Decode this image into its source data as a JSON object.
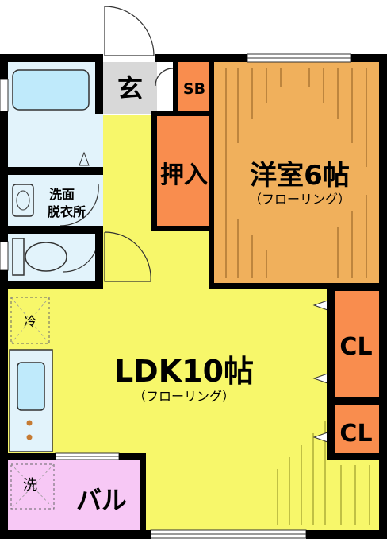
{
  "rooms": {
    "entrance": "玄",
    "shoe_box": "SB",
    "closet_oshiire": "押入",
    "western_room": "洋室6帖",
    "western_room_floor": "（フローリング）",
    "washroom_line1": "洗面",
    "washroom_line2": "脱衣所",
    "ldk": "LDK10帖",
    "ldk_floor": "（フローリング）",
    "refrigerator": "冷",
    "closet_1": "CL",
    "closet_2": "CL",
    "washing_machine": "洗",
    "balcony": "バル"
  },
  "colors": {
    "wall": "#000000",
    "ldk_floor": "#f7f76a",
    "western_room": "#f0b05c",
    "closet": "#f98d4e",
    "entrance": "#d8d8d8",
    "bath": "#e2f3fb",
    "bathtub": "#bfeafb",
    "balcony": "#f7c8f5"
  }
}
